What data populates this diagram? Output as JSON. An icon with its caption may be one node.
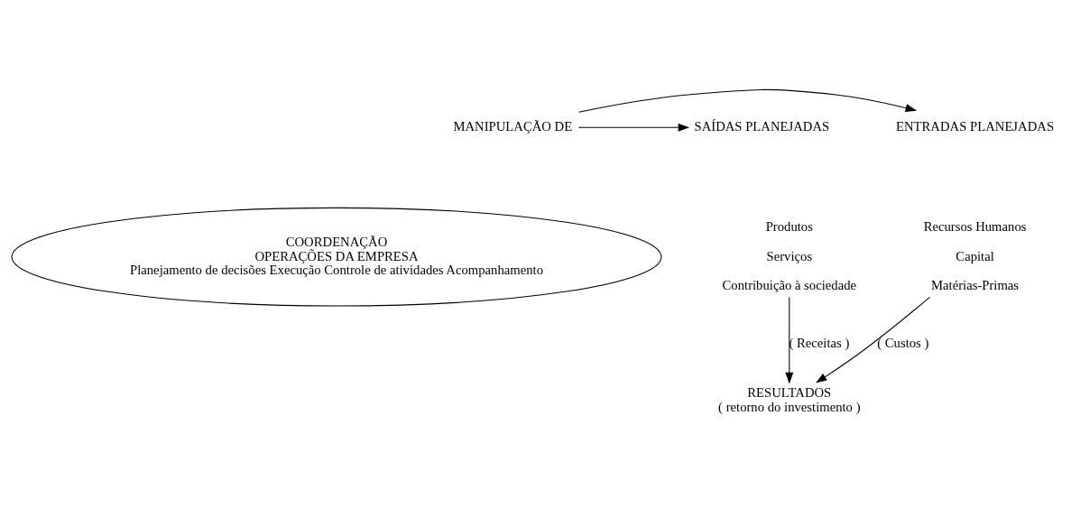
{
  "diagram": {
    "nodes": [
      {
        "text": [
          "MANIPULAÇÃO DE"
        ]
      },
      {
        "text": [
          "ENTRADAS PLANEJADAS"
        ]
      },
      {
        "text": [
          "SAÍDAS PLANEJADAS"
        ]
      },
      {
        "text": [
          "COORDENAÇÃO",
          "OPERAÇÕES DA EMPRESA",
          "Planejamento de decisões Execução Controle de atividades Acompanhamento"
        ]
      },
      {
        "text": [
          "Recursos Humanos",
          "Capital",
          "Matérias-Primas"
        ]
      },
      {
        "text": [
          "Produtos",
          "Serviços",
          "Contribuição à sociedade"
        ]
      },
      {
        "text": [
          "RESULTADOS",
          "( retorno do investimento )"
        ]
      }
    ],
    "edges": [
      {
        "from": 0,
        "to": 1,
        "arrow": "to"
      },
      {
        "from": 0,
        "to": 2,
        "arrow": "to"
      },
      {
        "from": 4,
        "to": 6,
        "arrow": "to",
        "label": "( Custos )"
      },
      {
        "from": 5,
        "to": 6,
        "arrow": "to",
        "label": "( Receitas )"
      }
    ]
  }
}
